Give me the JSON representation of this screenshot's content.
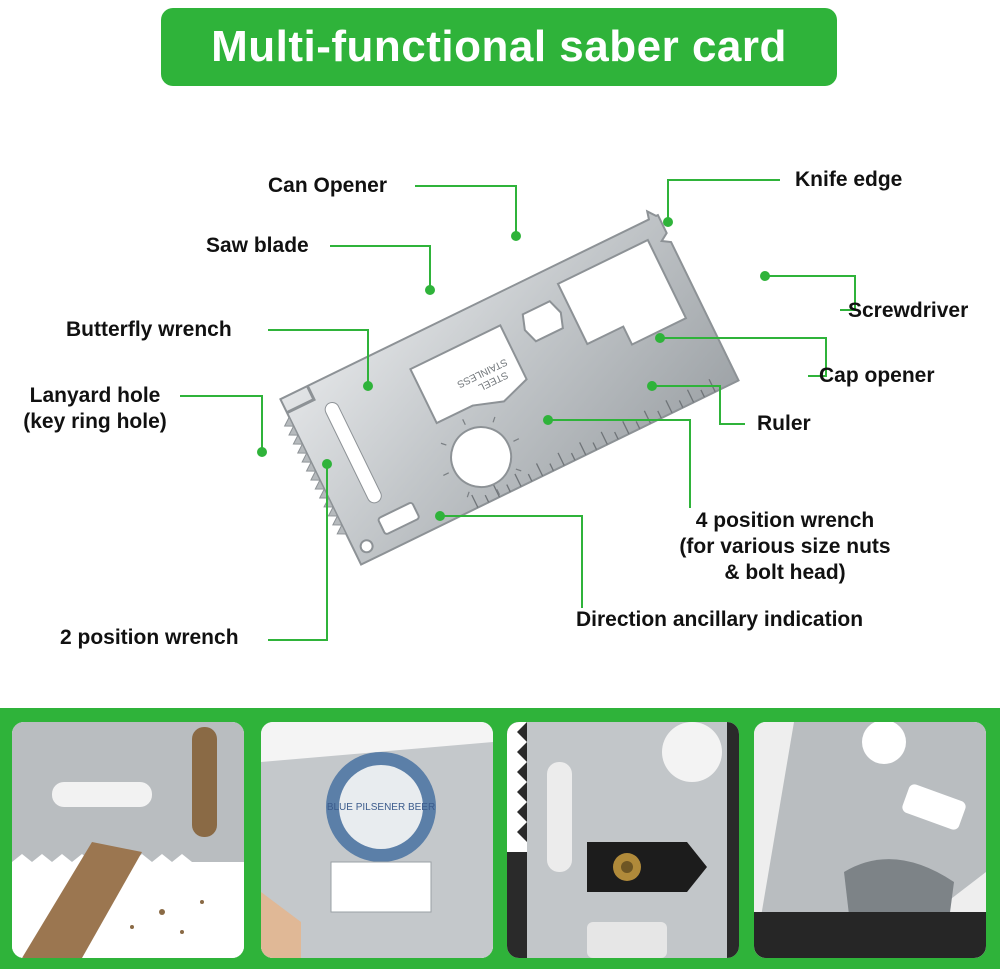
{
  "title": "Multi-functional saber card",
  "card_stamp": [
    "STAINLESS",
    "STEEL"
  ],
  "cap_text": "BLUE PILSENER BEER",
  "labels": {
    "can_opener": "Can Opener",
    "saw_blade": "Saw blade",
    "butterfly_wrench": "Butterfly wrench",
    "lanyard_hole_1": "Lanyard hole",
    "lanyard_hole_2": "(key ring hole)",
    "two_position_wrench": "2 position wrench",
    "knife_edge": "Knife edge",
    "screwdriver": "Screwdriver",
    "cap_opener": "Cap opener",
    "ruler": "Ruler",
    "four_position_wrench_1": "4 position wrench",
    "four_position_wrench_2": "(for various size nuts",
    "four_position_wrench_3": "& bolt head)",
    "direction_indication": "Direction ancillary indication"
  },
  "colors": {
    "accent_green": "#2fb33a",
    "leader_line": "#2fb33a",
    "steel": "#c9ccce"
  }
}
